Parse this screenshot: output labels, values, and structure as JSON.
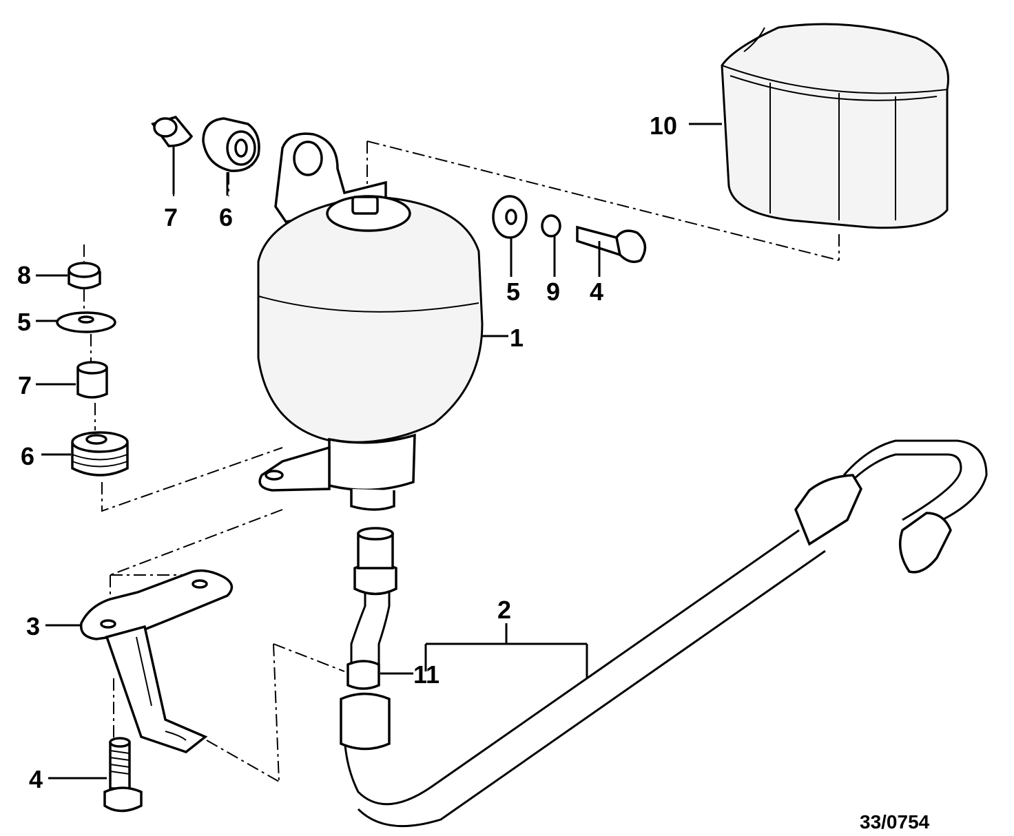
{
  "diagram": {
    "reference_number": "33/0754",
    "callouts": [
      {
        "id": "c1",
        "label": "1"
      },
      {
        "id": "c2",
        "label": "2"
      },
      {
        "id": "c3",
        "label": "3"
      },
      {
        "id": "c4a",
        "label": "4"
      },
      {
        "id": "c4b",
        "label": "4"
      },
      {
        "id": "c5a",
        "label": "5"
      },
      {
        "id": "c5b",
        "label": "5"
      },
      {
        "id": "c6a",
        "label": "6"
      },
      {
        "id": "c6b",
        "label": "6"
      },
      {
        "id": "c7a",
        "label": "7"
      },
      {
        "id": "c7b",
        "label": "7"
      },
      {
        "id": "c8",
        "label": "8"
      },
      {
        "id": "c9",
        "label": "9"
      },
      {
        "id": "c10",
        "label": "10"
      },
      {
        "id": "c11",
        "label": "11"
      }
    ]
  }
}
